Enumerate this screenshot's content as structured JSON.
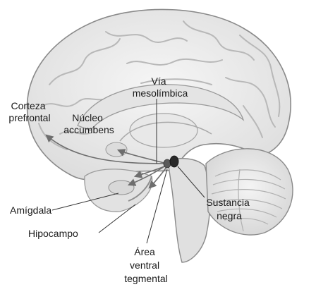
{
  "labels": {
    "via_line1": "Vía",
    "via_line2": "mesolímbica",
    "corteza_line1": "Corteza",
    "corteza_line2": "prefrontal",
    "nucleo_line1": "Núcleo",
    "nucleo_line2": "accumbens",
    "amigdala": "Amígdala",
    "hipocampo": "Hipocampo",
    "sustancia_line1": "Sustancia",
    "sustancia_line2": "negra",
    "area_line1": "Área",
    "area_line2": "ventral",
    "area_line3": "tegmental"
  },
  "colors": {
    "background": "#ffffff",
    "brain_fill": "#ececec",
    "gyri_stroke": "#b8b8b8",
    "outline": "#8a8a8a",
    "pathway": "#6e6e6e",
    "nucleus": "#2a2a2a",
    "text": "#1a1a1a"
  }
}
